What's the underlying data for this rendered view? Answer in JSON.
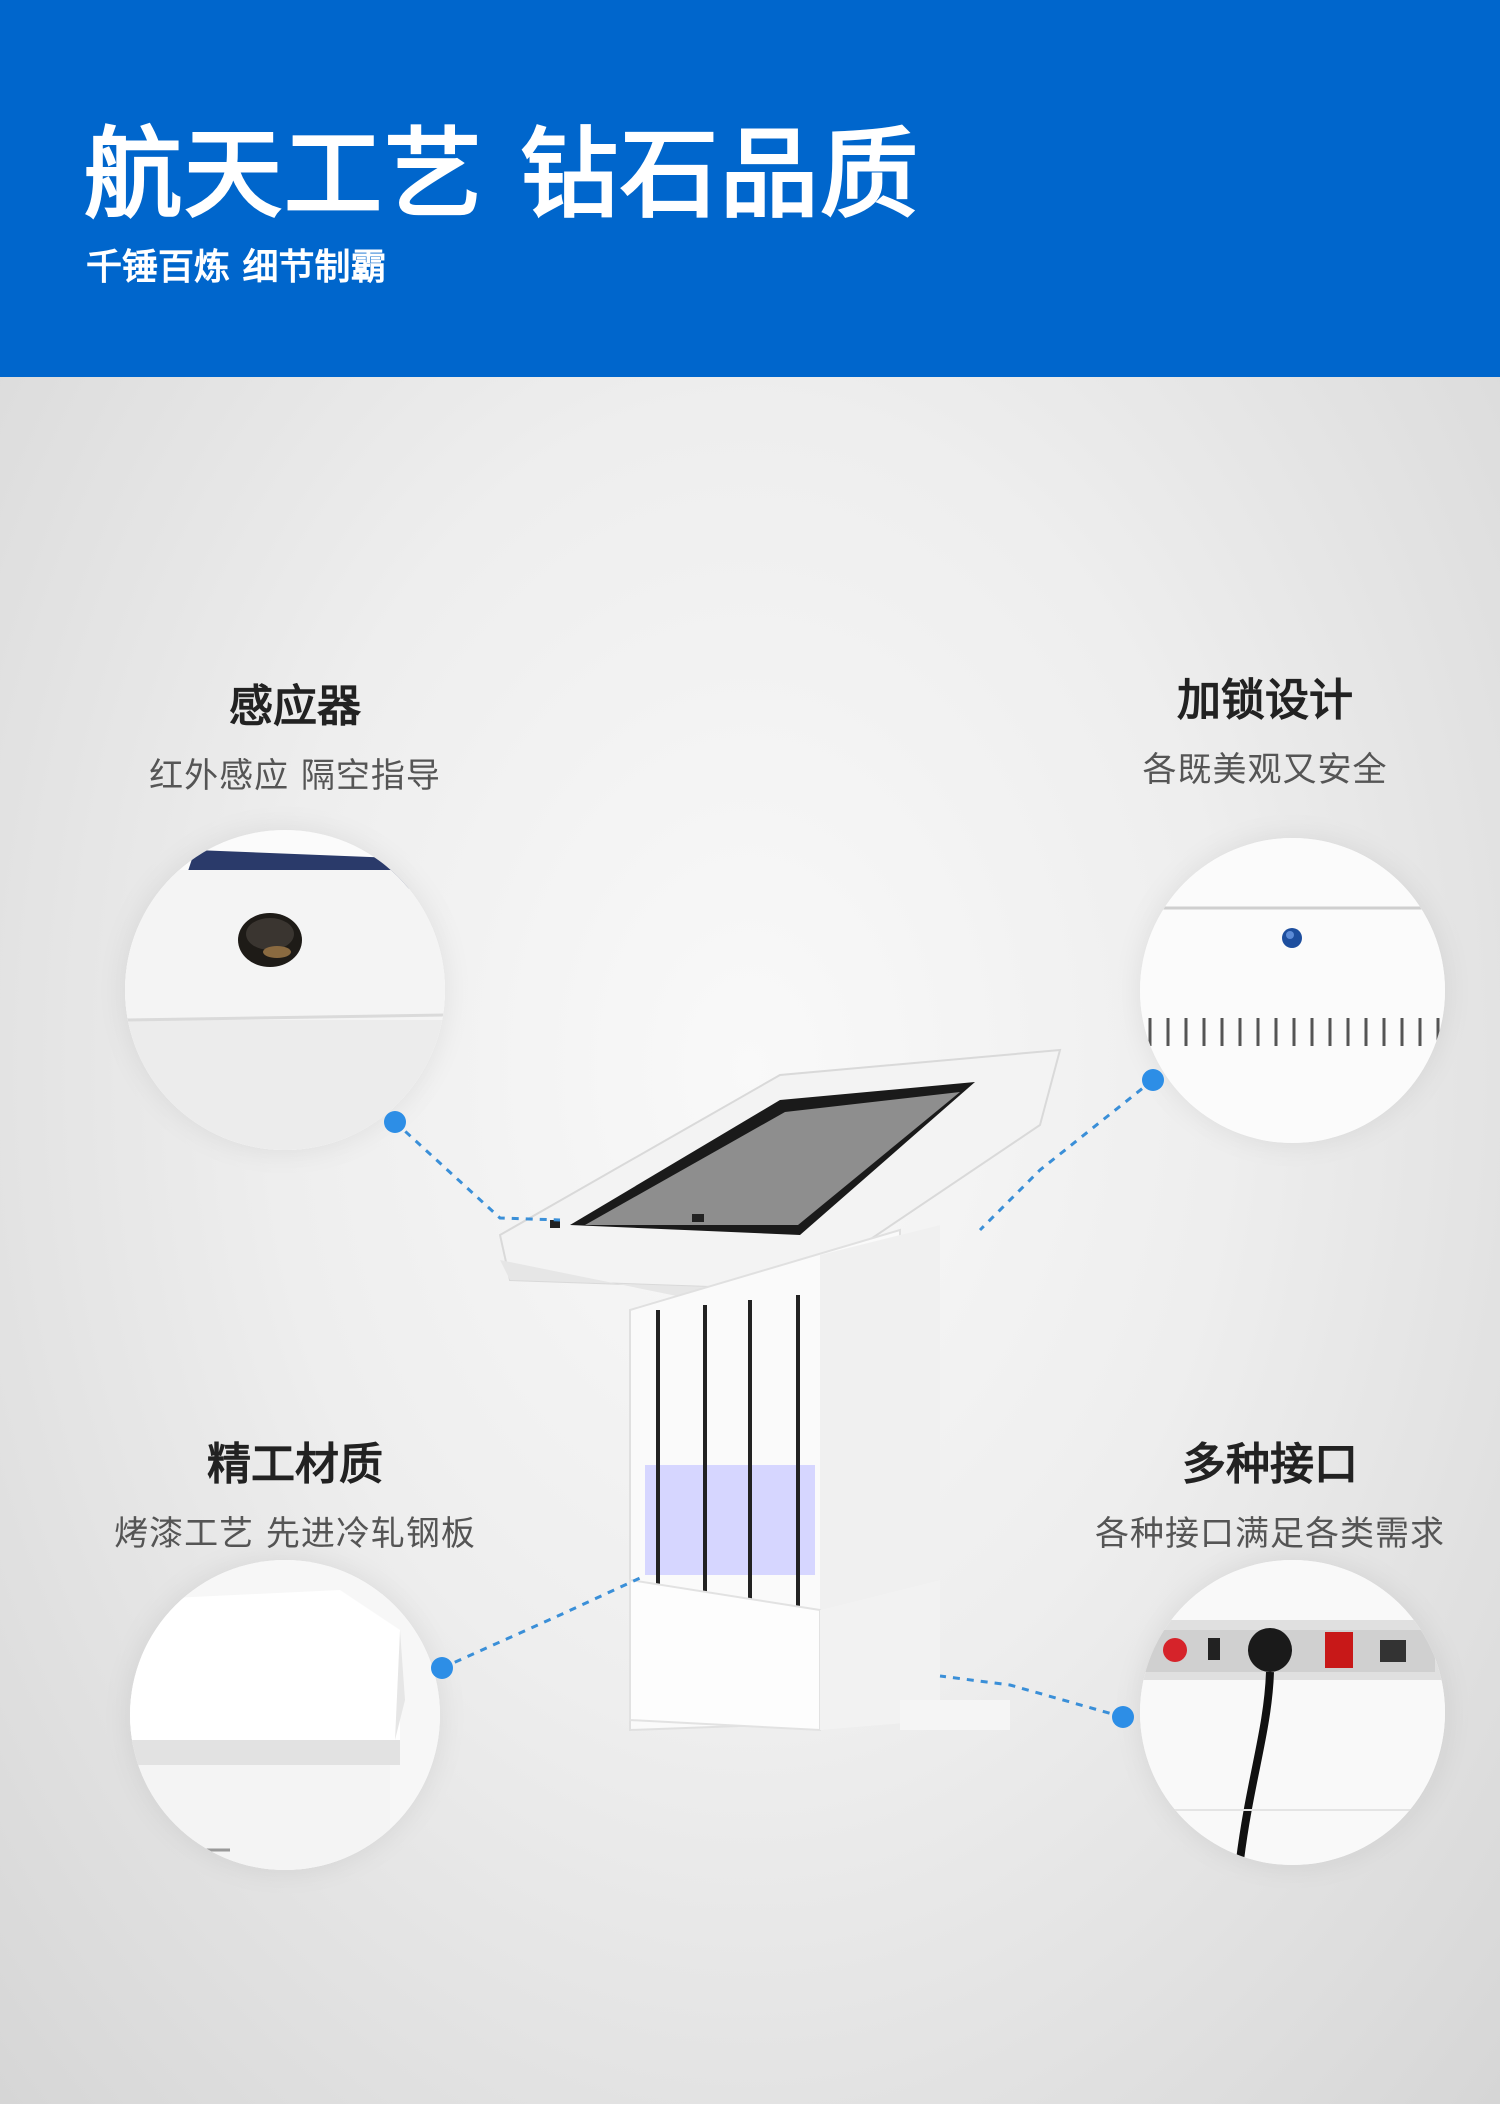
{
  "header": {
    "title": "航天工艺 钻石品质",
    "subtitle": "千锤百炼 细节制霸",
    "bg_color": "#0066cc"
  },
  "features": {
    "sensor": {
      "title": "感应器",
      "desc": "红外感应 隔空指导"
    },
    "lock": {
      "title": "加锁设计",
      "desc": "各既美观又安全"
    },
    "material": {
      "title": "精工材质",
      "desc": "烤漆工艺 先进冷轧钢板"
    },
    "ports": {
      "title": "多种接口",
      "desc": "各种接口满足各类需求"
    }
  },
  "colors": {
    "accent": "#2d8ee6",
    "connector": "#3a8fd8",
    "light_strip": "#c8c8ff"
  }
}
